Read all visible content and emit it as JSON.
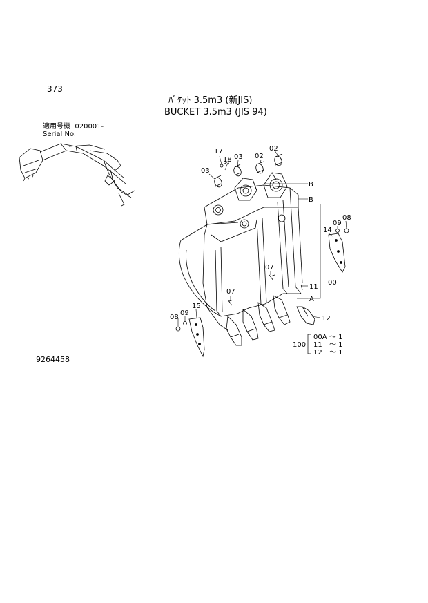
{
  "header": {
    "page_number": "373",
    "title_jp": "ﾊﾞｹｯﾄ 3.5m3 (新JIS)",
    "title_en": "BUCKET 3.5m3 (JIS 94)",
    "serial_label_jp": "適用号機",
    "serial_value": "020001-",
    "serial_label_en": "Serial No."
  },
  "callouts": {
    "c17": "17",
    "c18": "18",
    "c03a": "03",
    "c03b": "03",
    "c02a": "02",
    "c02b": "02",
    "bA": "B",
    "bB": "B",
    "c14": "14",
    "c09a": "09",
    "c08a": "08",
    "c07a": "07",
    "c07b": "07",
    "c11": "11",
    "c00": "00",
    "cA": "A",
    "c15": "15",
    "c09b": "09",
    "c08b": "08",
    "c12": "12"
  },
  "kit": {
    "label": "100",
    "rows": [
      {
        "part": "00A",
        "qty": "～ 1"
      },
      {
        "part": "11",
        "qty": "～ 1"
      },
      {
        "part": "12",
        "qty": "～ 1"
      }
    ]
  },
  "footer": {
    "doc_number": "9264458"
  }
}
